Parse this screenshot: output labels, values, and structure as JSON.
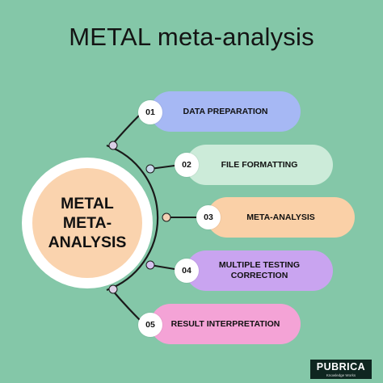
{
  "title": "METAL meta-analysis",
  "center": {
    "label": "METAL META-\nANALYSIS"
  },
  "steps": [
    {
      "number": "01",
      "label": "DATA PREPARATION",
      "color": "#a6b8f4"
    },
    {
      "number": "02",
      "label": "FILE FORMATTING",
      "color": "#ccebd9"
    },
    {
      "number": "03",
      "label": "META-ANALYSIS",
      "color": "#fad0a7"
    },
    {
      "number": "04",
      "label": "MULTIPLE TESTING\nCORRECTION",
      "color": "#c9a4f0"
    },
    {
      "number": "05",
      "label": "RESULT INTERPRETATION",
      "color": "#f4a3d6"
    }
  ],
  "logo": {
    "brand": "PUBRICA",
    "tagline": "Knowledge Works"
  },
  "colors": {
    "background": "#84c7a8",
    "line": "#1a1a1a",
    "center_fill": "#fad3ae"
  }
}
